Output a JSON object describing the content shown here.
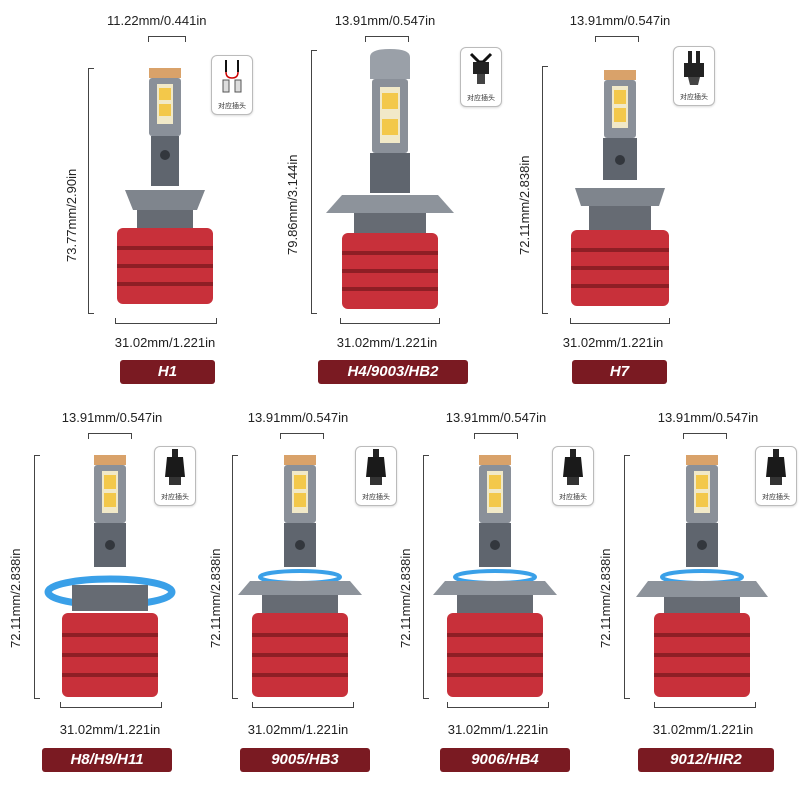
{
  "plug_caption": "对应插头",
  "colors": {
    "label_bg": "#7a1a22",
    "heatsink": "#c8303a",
    "body": "#6b717a",
    "ring": "#3aa0e8"
  },
  "bulbs": [
    {
      "id": "h1",
      "name": "H1",
      "width_top": "11.22mm/0.441in",
      "height": "73.77mm/2.90in",
      "width_bottom": "31.02mm/1.221in",
      "ring": false,
      "flange": false,
      "plug_icon": "two-wire-plug-icon"
    },
    {
      "id": "h4",
      "name": "H4/9003/HB2",
      "width_top": "13.91mm/0.547in",
      "height": "79.86mm/3.144in",
      "width_bottom": "31.02mm/1.221in",
      "ring": false,
      "flange": true,
      "plug_icon": "three-pin-plug-icon"
    },
    {
      "id": "h7",
      "name": "H7",
      "width_top": "13.91mm/0.547in",
      "height": "72.11mm/2.838in",
      "width_bottom": "31.02mm/1.221in",
      "ring": false,
      "flange": false,
      "plug_icon": "two-pin-plug-icon"
    },
    {
      "id": "h8",
      "name": "H8/H9/H11",
      "width_top": "13.91mm/0.547in",
      "height": "72.11mm/2.838in",
      "width_bottom": "31.02mm/1.221in",
      "ring": true,
      "flange": false,
      "plug_icon": "connector-plug-icon"
    },
    {
      "id": "9005",
      "name": "9005/HB3",
      "width_top": "13.91mm/0.547in",
      "height": "72.11mm/2.838in",
      "width_bottom": "31.02mm/1.221in",
      "ring": true,
      "flange": true,
      "plug_icon": "connector-plug-icon"
    },
    {
      "id": "9006",
      "name": "9006/HB4",
      "width_top": "13.91mm/0.547in",
      "height": "72.11mm/2.838in",
      "width_bottom": "31.02mm/1.221in",
      "ring": true,
      "flange": true,
      "plug_icon": "connector-plug-icon"
    },
    {
      "id": "9012",
      "name": "9012/HIR2",
      "width_top": "13.91mm/0.547in",
      "height": "72.11mm/2.838in",
      "width_bottom": "31.02mm/1.221in",
      "ring": true,
      "flange": true,
      "plug_icon": "connector-plug-icon"
    }
  ]
}
